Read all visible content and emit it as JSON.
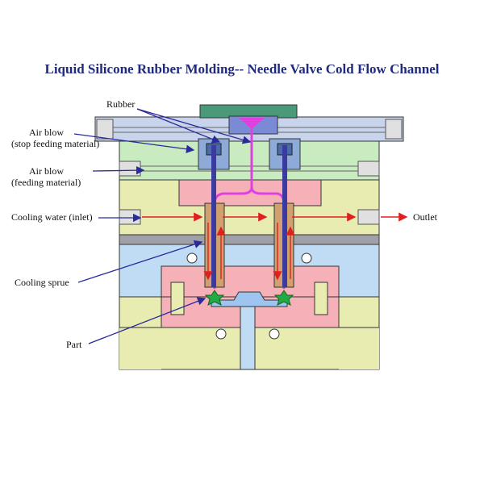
{
  "title": "Liquid Silicone Rubber Molding-- Needle Valve Cold Flow Channel",
  "labels": {
    "rubber": "Rubber",
    "air_blow_stop_1": "Air blow",
    "air_blow_stop_2": "(stop feeding material)",
    "air_blow_feed_1": "Air blow",
    "air_blow_feed_2": "(feeding material)",
    "cooling_water": "Cooling water  (inlet)",
    "outlet": "Outlet",
    "cooling_sprue": "Cooling sprue",
    "part": "Part"
  },
  "colors": {
    "title": "#1f2a80",
    "top_clamp_plate": "#c8d4ec",
    "sprue_bushing": "#4a9a7a",
    "manifold_plate": "#c8ecc0",
    "runner_plate": "#e8ecb0",
    "runner_block": "#f6b0b8",
    "separator": "#a0a0a8",
    "cavity_plate": "#c0dcf4",
    "cavity_insert": "#f6b0b8",
    "core_plate": "#e8ecb0",
    "rubber_flow": "#e040e0",
    "needle": "#3a3aa0",
    "water_arrow": "#e02020",
    "leader_line": "#2a2a9a",
    "part": "#22aa44"
  }
}
